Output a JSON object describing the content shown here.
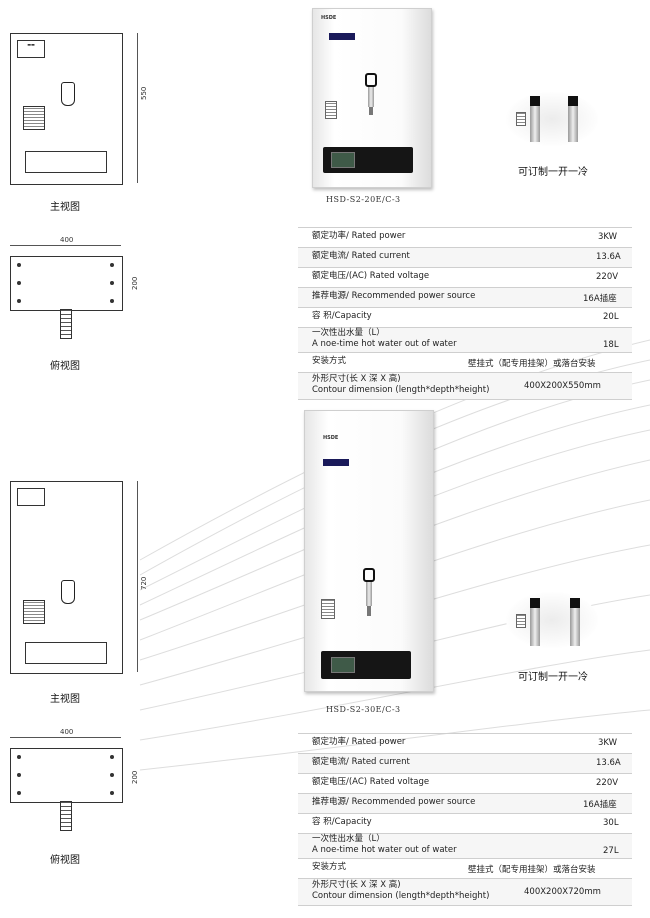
{
  "products": [
    {
      "front_view_label": "主视图",
      "top_view_label": "俯视图",
      "height_dim": "550",
      "width_dim": "400",
      "depth_dim": "200",
      "model": "HSD-S2-20E/C-3",
      "faucet_caption": "可订制一开一冷",
      "brand_text": "HSDE",
      "specs": [
        {
          "label": "额定功率/ Rated power",
          "value": "3KW"
        },
        {
          "label": "额定电流/ Rated current",
          "value": "13.6A"
        },
        {
          "label": "额定电压/(AC) Rated voltage",
          "value": "220V"
        },
        {
          "label": "推荐电源/ Recommended power source",
          "value": "16A插座"
        },
        {
          "label": "容 积/Capacity",
          "value": "20L"
        },
        {
          "label": "一次性出水量（L）",
          "label2": "A noe-time hot water out of water",
          "value": "18L"
        },
        {
          "label": "安装方式",
          "value": "壁挂式（配专用挂架）或落台安装"
        },
        {
          "label": "外形尺寸(长 X 深 X 高)",
          "label2": "Contour dimension (length*depth*height)",
          "value": "400X200X550mm"
        }
      ]
    },
    {
      "front_view_label": "主视图",
      "top_view_label": "俯视图",
      "height_dim": "720",
      "width_dim": "400",
      "depth_dim": "200",
      "model": "HSD-S2-30E/C-3",
      "faucet_caption": "可订制一开一冷",
      "brand_text": "HSDE",
      "specs": [
        {
          "label": "额定功率/ Rated power",
          "value": "3KW"
        },
        {
          "label": "额定电流/ Rated current",
          "value": "13.6A"
        },
        {
          "label": "额定电压/(AC) Rated voltage",
          "value": "220V"
        },
        {
          "label": "推荐电源/ Recommended power source",
          "value": "16A插座"
        },
        {
          "label": "容 积/Capacity",
          "value": "30L"
        },
        {
          "label": "一次性出水量（L）",
          "label2": "A noe-time hot water out of water",
          "value": "27L"
        },
        {
          "label": "安装方式",
          "value": "壁挂式（配专用挂架）或落台安装"
        },
        {
          "label": "外形尺寸(长 X 深 X 高)",
          "label2": "Contour dimension (length*depth*height)",
          "value": "400X200X720mm"
        }
      ]
    }
  ],
  "colors": {
    "background": "#ffffff",
    "panel": "#151515",
    "line": "#cfcfcf",
    "wave": "#d8d8d8"
  }
}
